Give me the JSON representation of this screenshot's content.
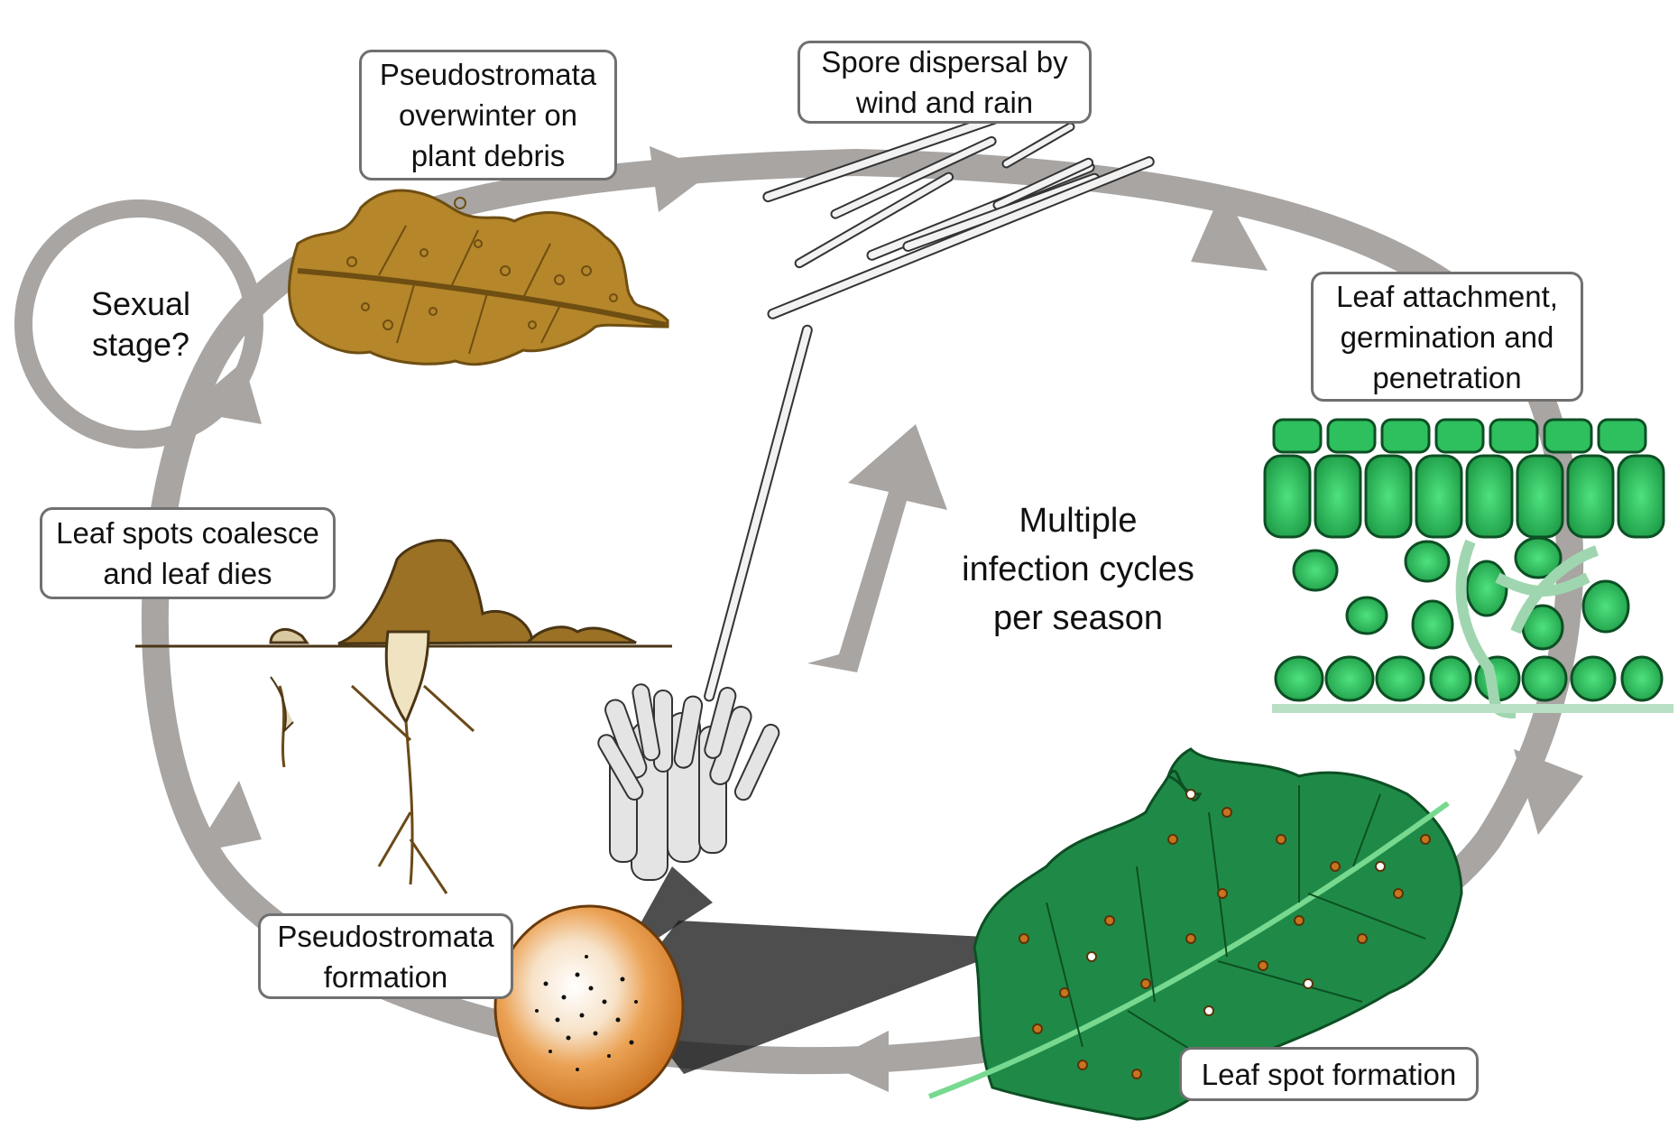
{
  "diagram": {
    "center_text": [
      "Multiple",
      "infection cycles",
      "per season"
    ],
    "sexual_stage": "Sexual stage?",
    "stages": {
      "overwinter": [
        "Pseudostromata",
        "overwinter on",
        "plant debris"
      ],
      "dispersal": [
        "Spore dispersal by",
        "wind and rain"
      ],
      "attachment": [
        "Leaf attachment,",
        "germination and",
        "penetration"
      ],
      "coalesce": [
        "Leaf spots coalesce",
        "and leaf dies"
      ],
      "formation": [
        "Pseudostromata",
        "formation"
      ],
      "leaf_spot": [
        "Leaf spot formation"
      ]
    }
  },
  "colors": {
    "cycle_arrow": "#a8a5a3",
    "label_border": "#707070",
    "healthy_leaf": "#1f8a47",
    "dead_leaf": "#b5862a",
    "pseudostroma": "#e08a2a",
    "host_cells": "#2ebf5e"
  }
}
